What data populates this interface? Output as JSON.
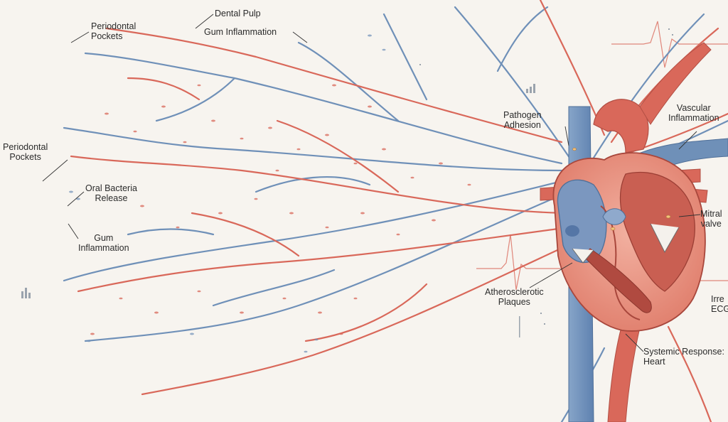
{
  "labels": {
    "periodontal_pockets_top": "Periodontal\nPockets",
    "dental_pulp": "Dental Pulp",
    "gum_inflammation_top": "Gum Inflammation",
    "periodontal_pockets_left": "Periodontal\nPockets",
    "oral_bacteria_release": "Oral Bacteria\nRelease",
    "gum_inflammation_left": "Gum\nInflammation",
    "pathogen_adhesion": "Pathogen\nAdhesion",
    "vascular_inflammation": "Vascular\nInflammation",
    "mitral_valve": "Mitral\nvalve",
    "atherosclerotic_plaques": "Atherosclerotic\nPlaques",
    "irregular_ecg": "Irre\nECG",
    "systemic_response": "Systemic Response:\nHeart"
  },
  "colors": {
    "artery": "#d9685a",
    "vein": "#6f90b8",
    "enamel": "#fbfaf6",
    "gum": "#e38a80",
    "pulp": "#d46e66",
    "bone": "#f1dcc4",
    "ecg": "#d96a5c"
  },
  "icons": [
    "tooth-icon",
    "heart-icon",
    "bacteria-icon",
    "ecg-trace-icon"
  ]
}
